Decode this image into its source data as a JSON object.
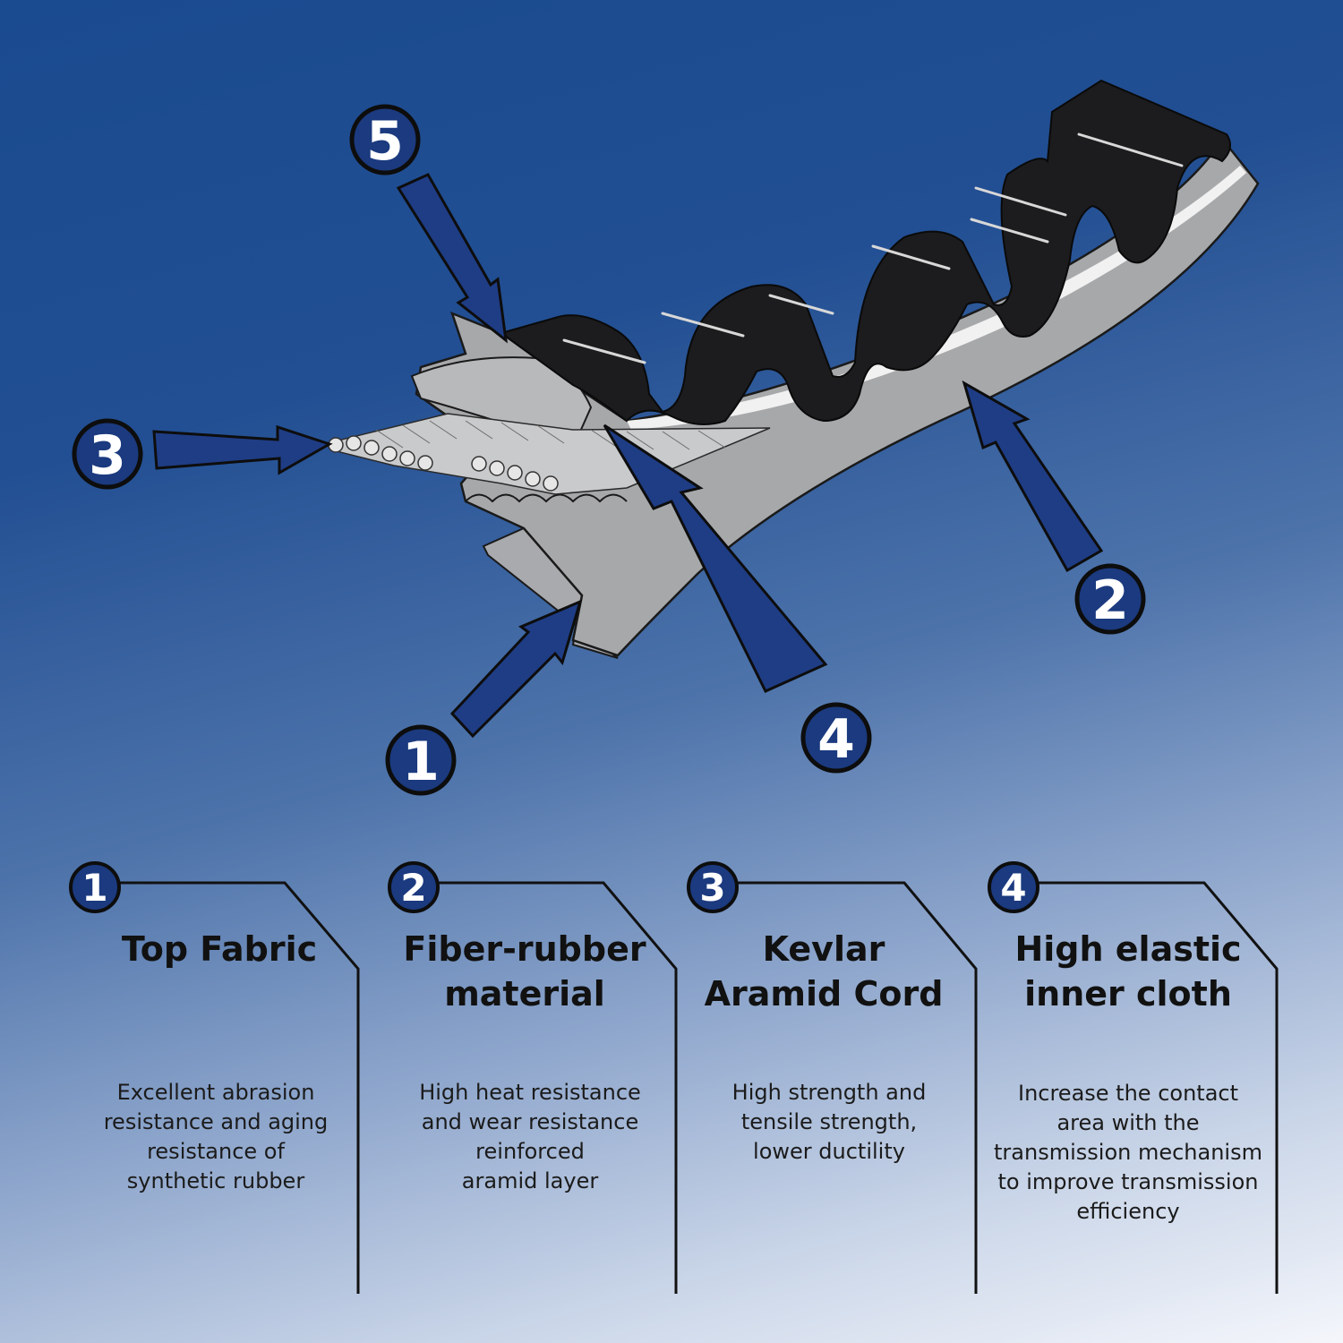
{
  "callouts": [
    {
      "label": "1"
    },
    {
      "label": "2"
    },
    {
      "label": "3"
    },
    {
      "label": "4"
    },
    {
      "label": "5"
    }
  ],
  "cards": [
    {
      "number": "1",
      "title": [
        "Top Fabric"
      ],
      "description": [
        "Excellent abrasion",
        "resistance and aging",
        "resistance of",
        "synthetic rubber"
      ]
    },
    {
      "number": "2",
      "title": [
        "Fiber-rubber",
        "material"
      ],
      "description": [
        "High heat resistance",
        "and wear resistance",
        "reinforced",
        "aramid layer"
      ]
    },
    {
      "number": "3",
      "title": [
        "Kevlar",
        "Aramid Cord"
      ],
      "description": [
        "High strength and",
        "tensile strength,",
        "lower ductility"
      ]
    },
    {
      "number": "4",
      "title": [
        "High elastic",
        "inner cloth"
      ],
      "description": [
        "Increase the contact",
        "area with the",
        "transmission mechanism",
        "to improve transmission",
        "efficiency"
      ]
    }
  ],
  "colors": {
    "badge_fill": "#1b3a7f",
    "arrow_fill": "#1f3d85",
    "belt_black": "#1c1c1e",
    "belt_grey": "#a7a8aa"
  }
}
